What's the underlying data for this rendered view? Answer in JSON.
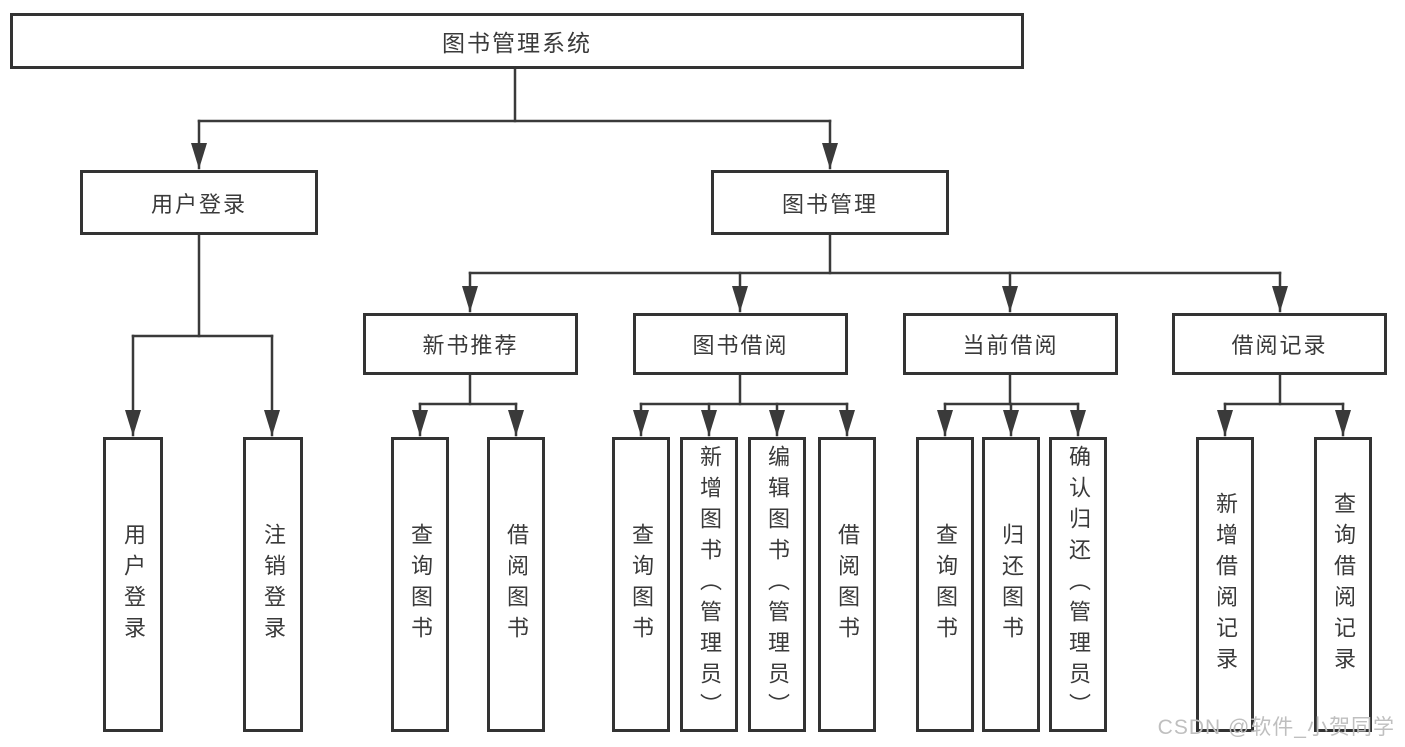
{
  "diagram": {
    "title": "图书管理系统",
    "root": {
      "label": "图书管理系统"
    },
    "branches": [
      {
        "label": "用户登录",
        "children": [
          {
            "label": "用户登录"
          },
          {
            "label": "注销登录"
          }
        ]
      },
      {
        "label": "图书管理",
        "children": [
          {
            "label": "新书推荐",
            "children": [
              {
                "label": "查询图书"
              },
              {
                "label": "借阅图书"
              }
            ]
          },
          {
            "label": "图书借阅",
            "children": [
              {
                "label": "查询图书"
              },
              {
                "label": "新增图书（管理员）"
              },
              {
                "label": "编辑图书（管理员）"
              },
              {
                "label": "借阅图书"
              }
            ]
          },
          {
            "label": "当前借阅",
            "children": [
              {
                "label": "查询图书"
              },
              {
                "label": "归还图书"
              },
              {
                "label": "确认归还（管理员）"
              }
            ]
          },
          {
            "label": "借阅记录",
            "children": [
              {
                "label": "新增借阅记录"
              },
              {
                "label": "查询借阅记录"
              }
            ]
          }
        ]
      }
    ]
  },
  "watermark": {
    "text": "CSDN @软件_小贺同学",
    "color": "#bfbfbf"
  },
  "colors": {
    "background": "#ffffff",
    "line": "#3a3a3a",
    "box_border": "#333333",
    "text": "#3a3a3a"
  }
}
